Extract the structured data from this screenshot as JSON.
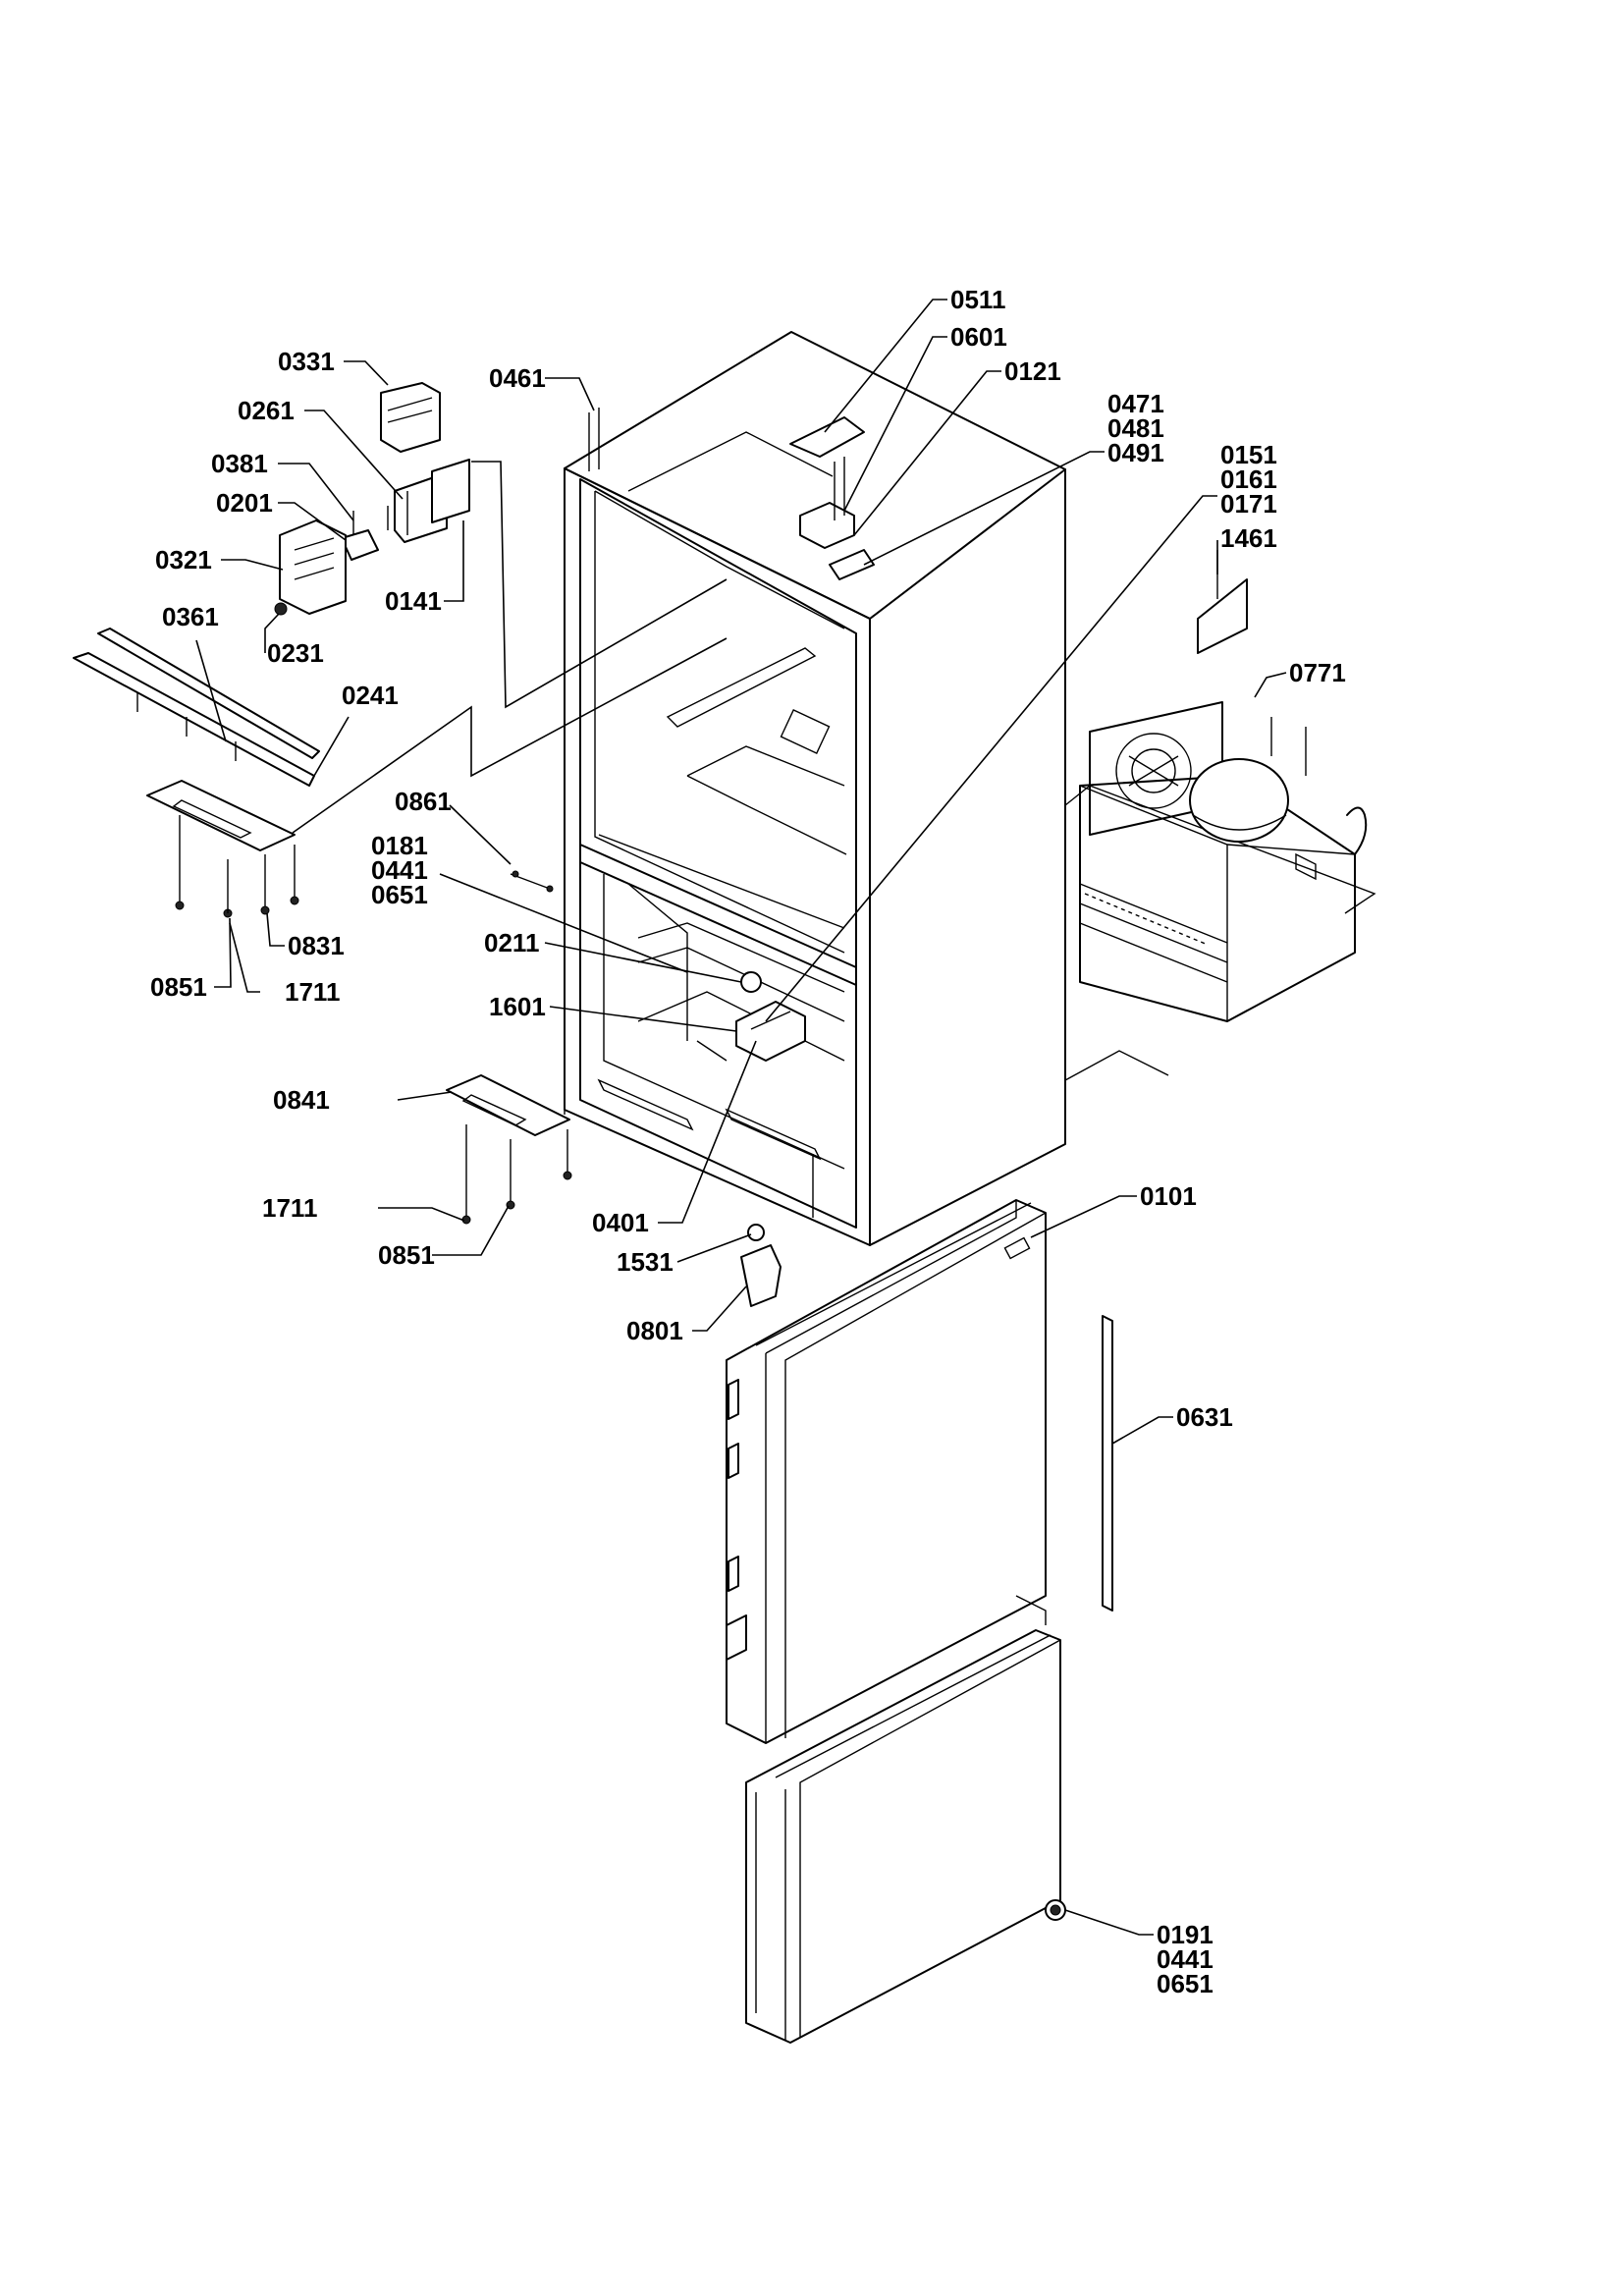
{
  "labels": {
    "p0511": "0511",
    "p0601": "0601",
    "p0121": "0121",
    "p0471": "0471",
    "p0481": "0481",
    "p0491": "0491",
    "p0151": "0151",
    "p0161": "0161",
    "p0171": "0171",
    "p1461": "1461",
    "p0771": "0771",
    "p0461": "0461",
    "p0331": "0331",
    "p0261": "0261",
    "p0381": "0381",
    "p0201": "0201",
    "p0321": "0321",
    "p0231": "0231",
    "p0141": "0141",
    "p0361": "0361",
    "p0241": "0241",
    "p0861": "0861",
    "p0181": "0181",
    "p0441a": "0441",
    "p0651a": "0651",
    "p0831": "0831",
    "p0851a": "0851",
    "p1711a": "1711",
    "p0211": "0211",
    "p1601": "1601",
    "p0841": "0841",
    "p1711b": "1711",
    "p0851b": "0851",
    "p0401": "0401",
    "p1531": "1531",
    "p0801": "0801",
    "p0101": "0101",
    "p0631": "0631",
    "p0191": "0191",
    "p0441b": "0441",
    "p0651b": "0651"
  }
}
